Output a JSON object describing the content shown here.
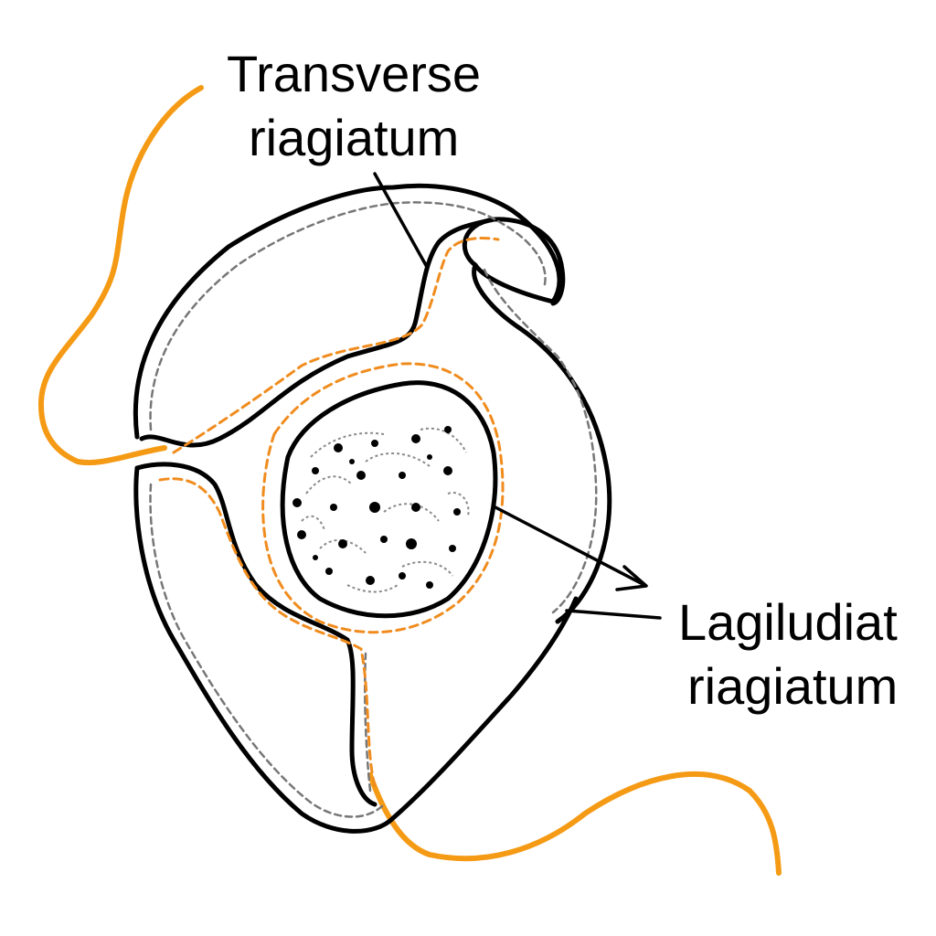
{
  "labels": {
    "transverse_line1": "Transverse",
    "transverse_line2": "riagiatum",
    "longitudinal_line1": "Lagiludiat",
    "longitudinal_line2": "riagiatum"
  },
  "colors": {
    "outline": "#000000",
    "flagellum": "#f59a14",
    "inner_dash": "#f08c1e",
    "membrane_dash": "#777777",
    "background": "#ffffff"
  }
}
